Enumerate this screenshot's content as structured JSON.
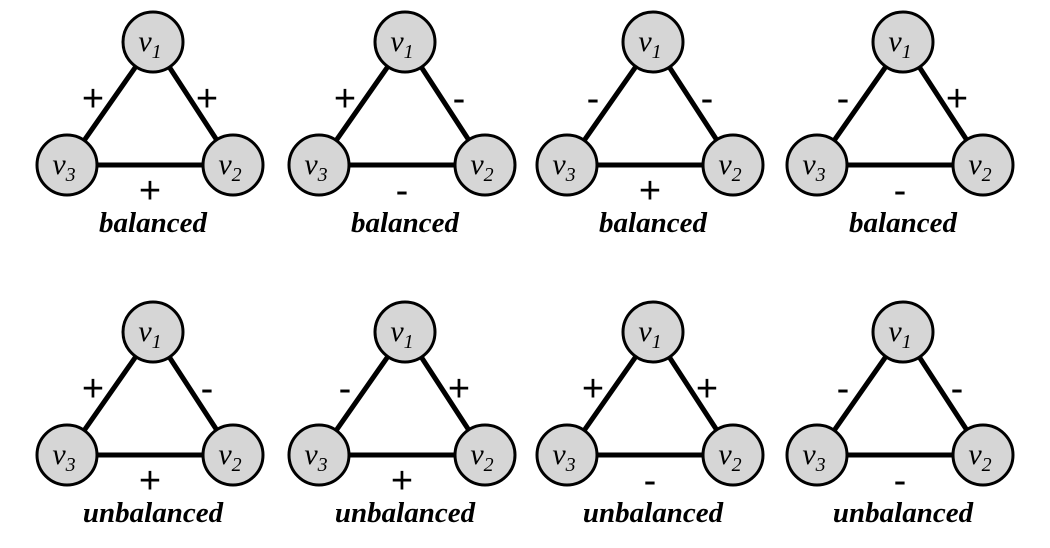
{
  "diagrams": [
    {
      "caption": "balanced",
      "nodes": {
        "top": {
          "base": "v",
          "sub": "1"
        },
        "right": {
          "base": "v",
          "sub": "2"
        },
        "left": {
          "base": "v",
          "sub": "3"
        }
      },
      "signs": {
        "left": "+",
        "right": "+",
        "bottom": "+"
      }
    },
    {
      "caption": "balanced",
      "nodes": {
        "top": {
          "base": "v",
          "sub": "1"
        },
        "right": {
          "base": "v",
          "sub": "2"
        },
        "left": {
          "base": "v",
          "sub": "3"
        }
      },
      "signs": {
        "left": "+",
        "right": "-",
        "bottom": "-"
      }
    },
    {
      "caption": "balanced",
      "nodes": {
        "top": {
          "base": "v",
          "sub": "1"
        },
        "right": {
          "base": "v",
          "sub": "2"
        },
        "left": {
          "base": "v",
          "sub": "3"
        }
      },
      "signs": {
        "left": "-",
        "right": "-",
        "bottom": "+"
      }
    },
    {
      "caption": "balanced",
      "nodes": {
        "top": {
          "base": "v",
          "sub": "1"
        },
        "right": {
          "base": "v",
          "sub": "2"
        },
        "left": {
          "base": "v",
          "sub": "3"
        }
      },
      "signs": {
        "left": "-",
        "right": "+",
        "bottom": "-"
      }
    },
    {
      "caption": "unbalanced",
      "nodes": {
        "top": {
          "base": "v",
          "sub": "1"
        },
        "right": {
          "base": "v",
          "sub": "2"
        },
        "left": {
          "base": "v",
          "sub": "3"
        }
      },
      "signs": {
        "left": "+",
        "right": "-",
        "bottom": "+"
      }
    },
    {
      "caption": "unbalanced",
      "nodes": {
        "top": {
          "base": "v",
          "sub": "1"
        },
        "right": {
          "base": "v",
          "sub": "2"
        },
        "left": {
          "base": "v",
          "sub": "3"
        }
      },
      "signs": {
        "left": "-",
        "right": "+",
        "bottom": "+"
      }
    },
    {
      "caption": "unbalanced",
      "nodes": {
        "top": {
          "base": "v",
          "sub": "1"
        },
        "right": {
          "base": "v",
          "sub": "2"
        },
        "left": {
          "base": "v",
          "sub": "3"
        }
      },
      "signs": {
        "left": "+",
        "right": "+",
        "bottom": "-"
      }
    },
    {
      "caption": "unbalanced",
      "nodes": {
        "top": {
          "base": "v",
          "sub": "1"
        },
        "right": {
          "base": "v",
          "sub": "2"
        },
        "left": {
          "base": "v",
          "sub": "3"
        }
      },
      "signs": {
        "left": "-",
        "right": "-",
        "bottom": "-"
      }
    }
  ]
}
